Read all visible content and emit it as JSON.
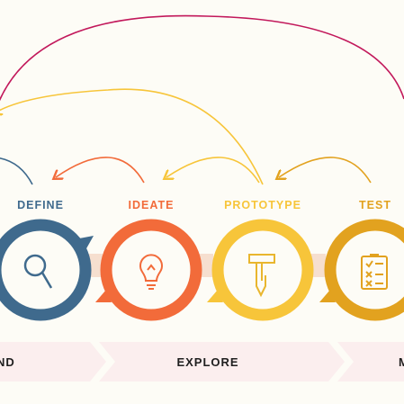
{
  "stages": [
    {
      "id": "define",
      "label": "DEFINE",
      "color": "#3f6a8d",
      "icon": "magnifier-icon"
    },
    {
      "id": "ideate",
      "label": "IDEATE",
      "color": "#f26b3a",
      "icon": "lightbulb-icon"
    },
    {
      "id": "prototype",
      "label": "PROTOTYPE",
      "color": "#f7c53a",
      "icon": "hammer-pencil-icon"
    },
    {
      "id": "test",
      "label": "TEST",
      "color": "#e2a21f",
      "icon": "checklist-icon"
    }
  ],
  "band": {
    "left_label": "ND",
    "center_label": "EXPLORE",
    "right_label": "M"
  },
  "colors": {
    "background": "#fdfcf6",
    "band": "#fbeeee",
    "loop_arc": "#c2185b",
    "connector": "#f6dfcf"
  }
}
